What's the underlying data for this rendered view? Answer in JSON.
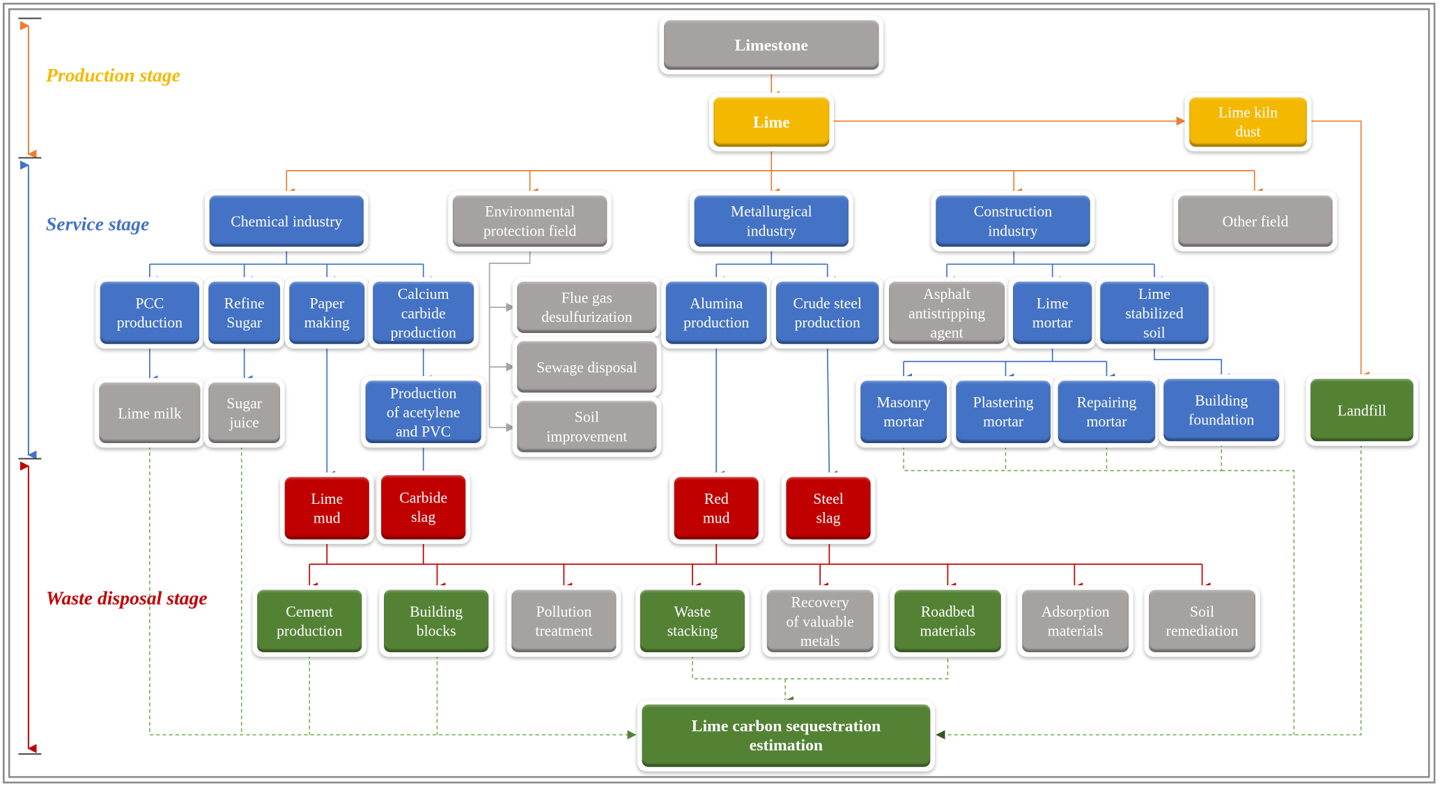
{
  "colors": {
    "production": "#f5b800",
    "service": "#4472c4",
    "waste": "#c00000",
    "gray_node": "#a6a2a1",
    "green_node": "#548235",
    "orange_arrow": "#ed7d31",
    "blue_arrow": "#4472c4",
    "gray_arrow": "#a5a5a5",
    "red_arrow": "#c00000",
    "green_dashed": "#70ad47"
  },
  "stages": {
    "production": "Production stage",
    "service": "Service stage",
    "waste": "Waste disposal stage"
  },
  "nodes": {
    "limestone": "Limestone",
    "lime": "Lime",
    "lime_kiln_dust": "Lime kiln\ndust",
    "chemical_industry": "Chemical industry",
    "environmental_protection": "Environmental\nprotection field",
    "metallurgical_industry": "Metallurgical\nindustry",
    "construction_industry": "Construction\nindustry",
    "other_field": "Other field",
    "pcc_production": "PCC\nproduction",
    "refine_sugar": "Refine\nSugar",
    "paper_making": "Paper\nmaking",
    "calcium_carbide_production": "Calcium\ncarbide\nproduction",
    "flue_gas_desulfurization": "Flue gas\ndesulfurization",
    "sewage_disposal": "Sewage disposal",
    "soil_improvement": "Soil\nimprovement",
    "alumina_production": "Alumina\nproduction",
    "crude_steel_production": "Crude steel\nproduction",
    "asphalt_antistripping_agent": "Asphalt\nantistripping\nagent",
    "lime_mortar": "Lime\nmortar",
    "lime_stabilized_soil": "Lime\nstabilized\nsoil",
    "lime_milk": "Lime milk",
    "sugar_juice": "Sugar\njuice",
    "acetylene_pvc": "Production\nof acetylene\nand PVC",
    "masonry_mortar": "Masonry\nmortar",
    "plastering_mortar": "Plastering\nmortar",
    "repairing_mortar": "Repairing\nmortar",
    "building_foundation": "Building\nfoundation",
    "landfill": "Landfill",
    "lime_mud": "Lime\nmud",
    "carbide_slag": "Carbide\nslag",
    "red_mud": "Red\nmud",
    "steel_slag": "Steel\nslag",
    "cement_production": "Cement\nproduction",
    "building_blocks": "Building\nblocks",
    "pollution_treatment": "Pollution\ntreatment",
    "waste_stacking": "Waste\nstacking",
    "recovery_valuable_metals": "Recovery\nof valuable\nmetals",
    "roadbed_materials": "Roadbed\nmaterials",
    "adsorption_materials": "Adsorption\nmaterials",
    "soil_remediation": "Soil\nremediation",
    "lime_carbon_sequestration": "Lime carbon sequestration\nestimation"
  }
}
